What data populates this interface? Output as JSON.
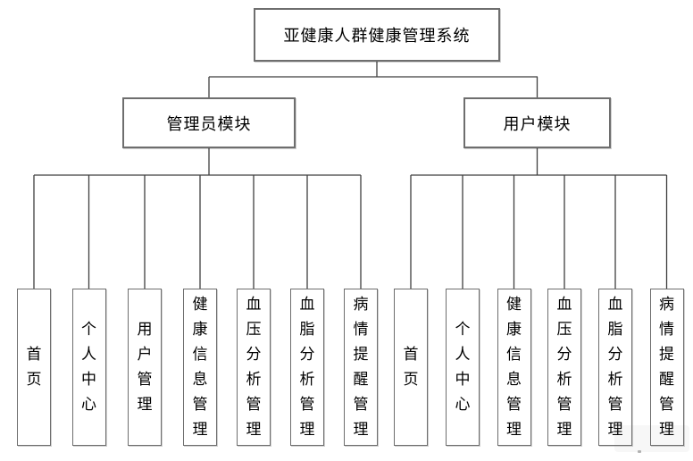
{
  "diagram": {
    "root": "亚健康人群健康管理系统",
    "branches": [
      {
        "label": "管理员模块",
        "children": [
          "首页",
          "个人中心",
          "用户管理",
          "健康信息管理",
          "血压分析管理",
          "血脂分析管理",
          "病情提醒管理"
        ]
      },
      {
        "label": "用户模块",
        "children": [
          "首页",
          "个人中心",
          "健康信息管理",
          "血压分析管理",
          "血脂分析管理",
          "病情提醒管理"
        ]
      }
    ],
    "colors": {
      "background": "#ffffff",
      "box_fill": "#ffffff",
      "box_border": "#6e6e6e",
      "connector_line": "#3f3f3f",
      "text": "#000000"
    }
  }
}
